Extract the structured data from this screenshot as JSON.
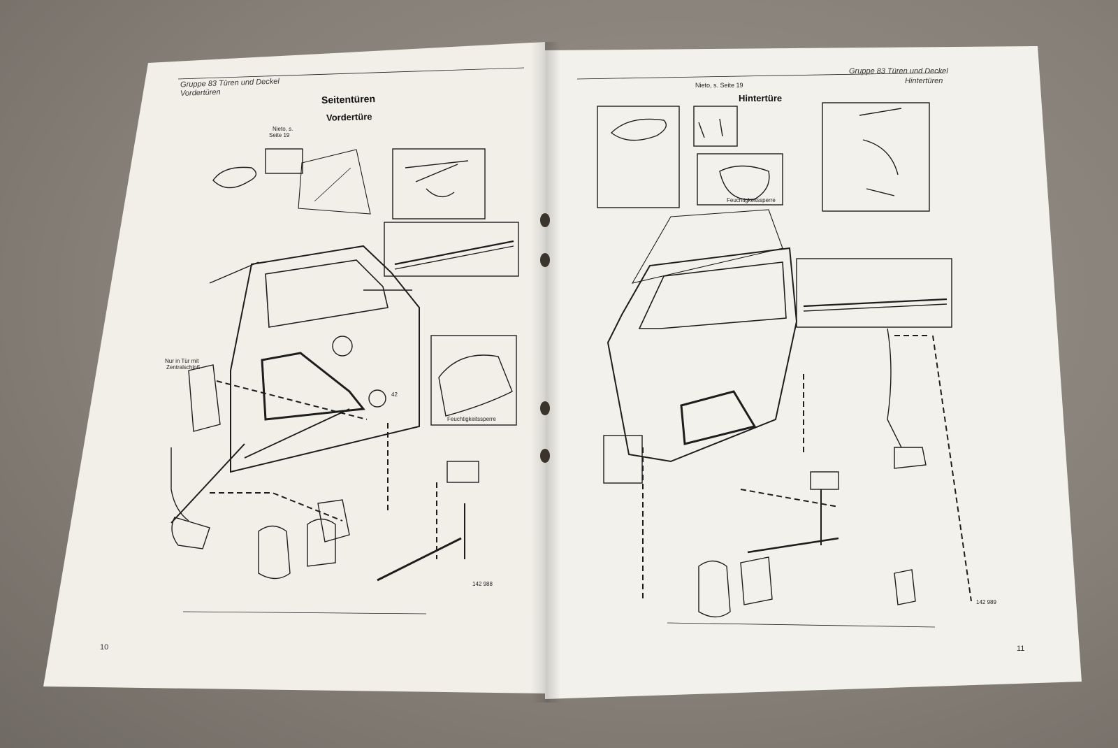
{
  "left_page": {
    "header_group": "Gruppe 83 Türen und Deckel",
    "header_sub": "Vordertüren",
    "title": "Seitentüren",
    "subtitle": "Vordertüre",
    "callout_rivet_line1": "Nieto, s.",
    "callout_rivet_line2": "Seite 19",
    "callout_central_line1": "Nur in Tür mit",
    "callout_central_line2": "Zentralschloß",
    "callout_number": "42",
    "callout_moisture": "Feuchtigkeitssperre",
    "figure_number": "142 988",
    "page_number": "10"
  },
  "right_page": {
    "header_group": "Gruppe 83 Türen und Deckel",
    "header_sub": "Hintertüren",
    "callout_rivet": "Nieto, s. Seite 19",
    "title": "Hintertüre",
    "callout_moisture": "Feuchtigkeitssperre",
    "figure_number": "142 989",
    "page_number": "11"
  }
}
